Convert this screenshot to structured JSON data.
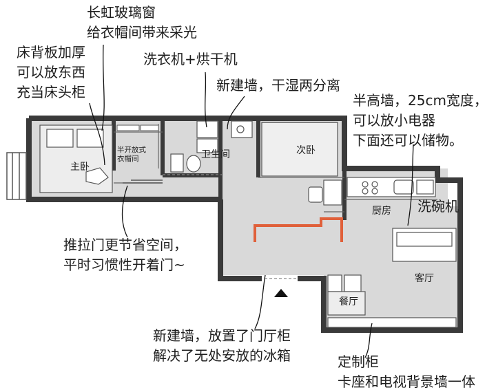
{
  "annotations": {
    "window": "长虹玻璃窗\n给衣帽间带来采光",
    "bed_board": "床背板加厚\n可以放东西\n充当床头柜",
    "washer": "洗衣机+烘干机",
    "new_wall_dry_wet": "新建墙，干湿两分离",
    "half_wall": "半高墙，25cm宽度，\n可以放小电器\n下面还可以储物。",
    "dishwasher": "洗碗机",
    "sliding_door": "推拉门更节省空间，\n平时习惯性开着门~",
    "entry_wall": "新建墙，放置了门厅柜\n解决了无处安放的冰箱",
    "custom_cabinet": "定制柜\n卡座和电视背景墙一体"
  },
  "rooms": {
    "master_bedroom": "主卧",
    "closet": "半开放式\n衣帽间",
    "bathroom": "卫生间",
    "second_bedroom": "次卧",
    "kitchen": "厨房",
    "living_room": "客厅",
    "dining_room": "餐厅"
  },
  "colors": {
    "wall": "#3a3a3a",
    "floor": "#d9d9d9",
    "highlight_wall": "#e0603a"
  }
}
